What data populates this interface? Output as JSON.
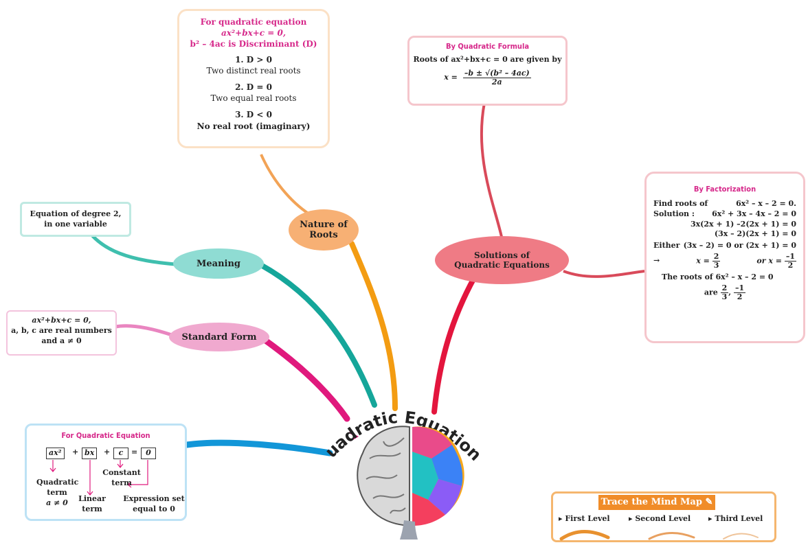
{
  "center": {
    "title": "Quadratic Equations"
  },
  "branches": {
    "nature": {
      "label_line1": "Nature of",
      "label_line2": "Roots",
      "card": {
        "heading1": "For quadratic equation",
        "heading2": "ax²+bx+c = 0,",
        "heading3": "b² – 4ac is Discriminant (D)",
        "case1_cond": "1. D > 0",
        "case1_text": "Two distinct real roots",
        "case2_cond": "2. D = 0",
        "case2_text": "Two equal real roots",
        "case3_cond": "3. D < 0",
        "case3_text": "No real root (imaginary)"
      }
    },
    "formula": {
      "title": "By Quadratic Formula",
      "line1": "Roots of ax²+bx+c = 0 are given by",
      "x_eq": "x =",
      "numerator": "–b ± √(b² – 4ac)",
      "denominator": "2a"
    },
    "solutions": {
      "label_line1": "Solutions of",
      "label_line2": "Quadratic Equations"
    },
    "factorization": {
      "title": "By Factorization",
      "l1a": "Find roots of",
      "l1b": "6x² – x – 2 = 0.",
      "l2a": "Solution :",
      "l2b": "6x² + 3x – 4x – 2 = 0",
      "l3": "3x(2x + 1) –2(2x + 1) = 0",
      "l4": "(3x – 2)(2x + 1) = 0",
      "l5a": "Either",
      "l5b": "(3x – 2) = 0 or (2x + 1) = 0",
      "arrow": "→",
      "x_eq": "x =",
      "n1": "2",
      "d1": "3",
      "or_x": "or x =",
      "n2": "–1",
      "d2": "2",
      "l7": "The roots of 6x² – x – 2 = 0",
      "are": "are",
      "comma": ","
    },
    "meaning": {
      "label": "Meaning",
      "card_line1": "Equation of degree 2,",
      "card_line2": "in one variable"
    },
    "standard": {
      "label": "Standard Form",
      "card_line1": "ax²+bx+c = 0,",
      "card_line2": "a, b, c are real numbers",
      "card_line3": "and a ≠ 0"
    },
    "quadeq": {
      "title": "For Quadratic Equation",
      "t1": "ax²",
      "plus1": "+",
      "t2": "bx",
      "plus2": "+",
      "t3": "c",
      "eq": "=",
      "t4": "0",
      "lbl_quad1": "Quadratic",
      "lbl_quad2": "term",
      "lbl_quad3": "a ≠ 0",
      "lbl_lin1": "Linear",
      "lbl_lin2": "term",
      "lbl_const1": "Constant",
      "lbl_const2": "term",
      "lbl_expr1": "Expression set",
      "lbl_expr2": "equal to 0"
    }
  },
  "legend": {
    "title": "Trace the  Mind Map",
    "level1": "First Level",
    "level2": "Second Level",
    "level3": "Third Level"
  },
  "colors": {
    "nature": "#f2a356",
    "solutions": "#e65c6a",
    "meaning": "#3fbfae",
    "standard": "#e985c0",
    "quadeq": "#2aa8df",
    "trunk_pink": "#e0197d",
    "trunk_orange": "#f08c00"
  }
}
